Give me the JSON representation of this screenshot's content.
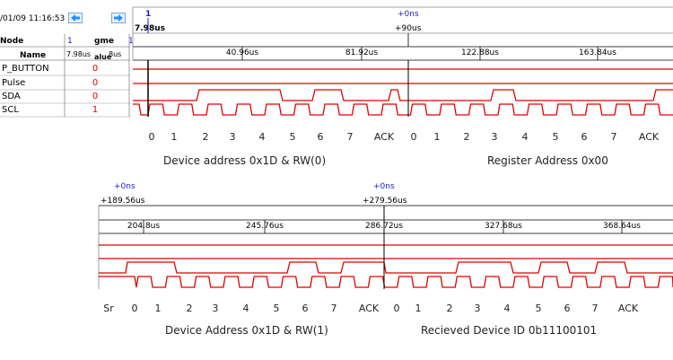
{
  "toolbar": {
    "timestamp": "/01/09 11:16:53",
    "back_icon": "arrow-left-icon",
    "forward_icon": "arrow-right-icon"
  },
  "table": {
    "col_node": "Node",
    "col_name": "Name",
    "col_1": "1",
    "col_gme": "gme",
    "col_value": "alue",
    "sub_left": "7.98us",
    "sub_right": "8us",
    "rows": [
      {
        "name": "P_BUTTON",
        "value": "0"
      },
      {
        "name": "Pulse",
        "value": "0"
      },
      {
        "name": "SDA",
        "value": "0"
      },
      {
        "name": "SCL",
        "value": "1"
      }
    ]
  },
  "wave1": {
    "marker": "1",
    "marker_time": "7.98us",
    "cursor": "+0ns",
    "cursor_time": "+90us",
    "col_mark": "1",
    "ticks": [
      "40.96us",
      "81.92us",
      "122.88us",
      "163.84us"
    ],
    "bits": [
      "0",
      "1",
      "2",
      "3",
      "4",
      "5",
      "6",
      "7",
      "ACK",
      "0",
      "1",
      "2",
      "3",
      "4",
      "5",
      "6",
      "7",
      "ACK"
    ],
    "caption_left": "Device address 0x1D & RW(0)",
    "caption_right": "Register Address 0x00"
  },
  "wave2": {
    "cursor_a": "+0ns",
    "time_a": "+189.56us",
    "cursor_b": "+0ns",
    "time_b": "+279.56us",
    "ticks": [
      "204.8us",
      "245.76us",
      "286.72us",
      "327.68us",
      "368.64us"
    ],
    "bits": [
      "Sr",
      "0",
      "1",
      "2",
      "3",
      "4",
      "5",
      "6",
      "7",
      "ACK",
      "0",
      "1",
      "2",
      "3",
      "4",
      "5",
      "6",
      "7",
      "ACK"
    ],
    "caption_left": "Device Address 0x1D & RW(1)",
    "caption_right": "Recieved Device ID 0b11100101"
  },
  "colors": {
    "signal": "#e00000",
    "grid": "#000000",
    "marker": "#1a1ad0",
    "icon": "#1e90ff"
  }
}
